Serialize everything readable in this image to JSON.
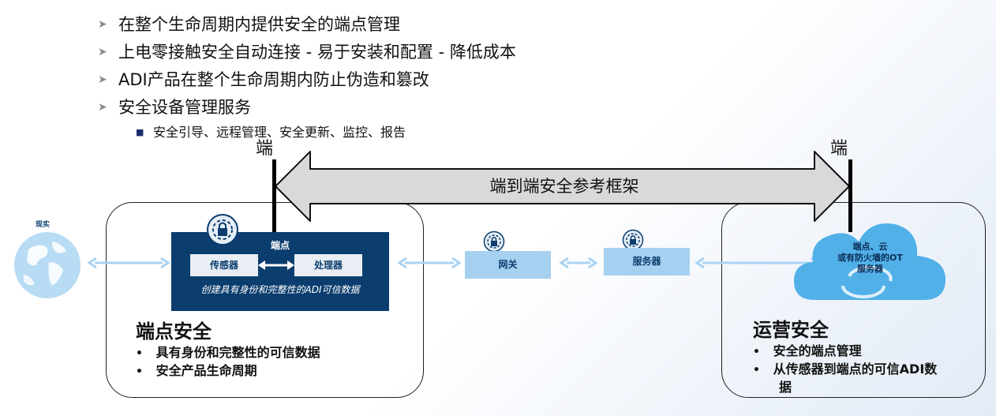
{
  "bullets": [
    {
      "text": "在整个生命周期内提供安全的端点管理"
    },
    {
      "text": "上电零接触安全自动连接 - 易于安装和配置 - 降低成本"
    },
    {
      "text": "ADI产品在整个生命周期内防止伪造和篡改"
    },
    {
      "text": "安全设备管理服务",
      "sub": "安全引导、远程管理、安全更新、监控、报告"
    }
  ],
  "endpoints": {
    "left": "端",
    "right": "端"
  },
  "arrow_label": "端到端安全参考框架",
  "real_world_label": "现实",
  "endpoint_box": {
    "title": "端点",
    "sensor": "传感器",
    "processor": "处理器",
    "caption": "创建具有身份和完整性的ADI可信数据"
  },
  "gateway_label": "网关",
  "server_label": "服务器",
  "cloud_label": [
    "端点、云",
    "或有防火墙的OT",
    "服务器"
  ],
  "endpoint_security": {
    "title": "端点安全",
    "points": [
      "具有身份和完整性的可信数据",
      "安全产品生命周期"
    ]
  },
  "ops_security": {
    "title": "运营安全",
    "points": [
      "安全的端点管理",
      "从传感器到端点的可信ADI数",
      "据"
    ]
  },
  "colors": {
    "navy": "#0b3d6e",
    "light_blue": "#a6d0f0",
    "arrow_light": "#a9d3f2",
    "banner_gray": "#d9d9d9",
    "cloud": "#52b0e8"
  }
}
